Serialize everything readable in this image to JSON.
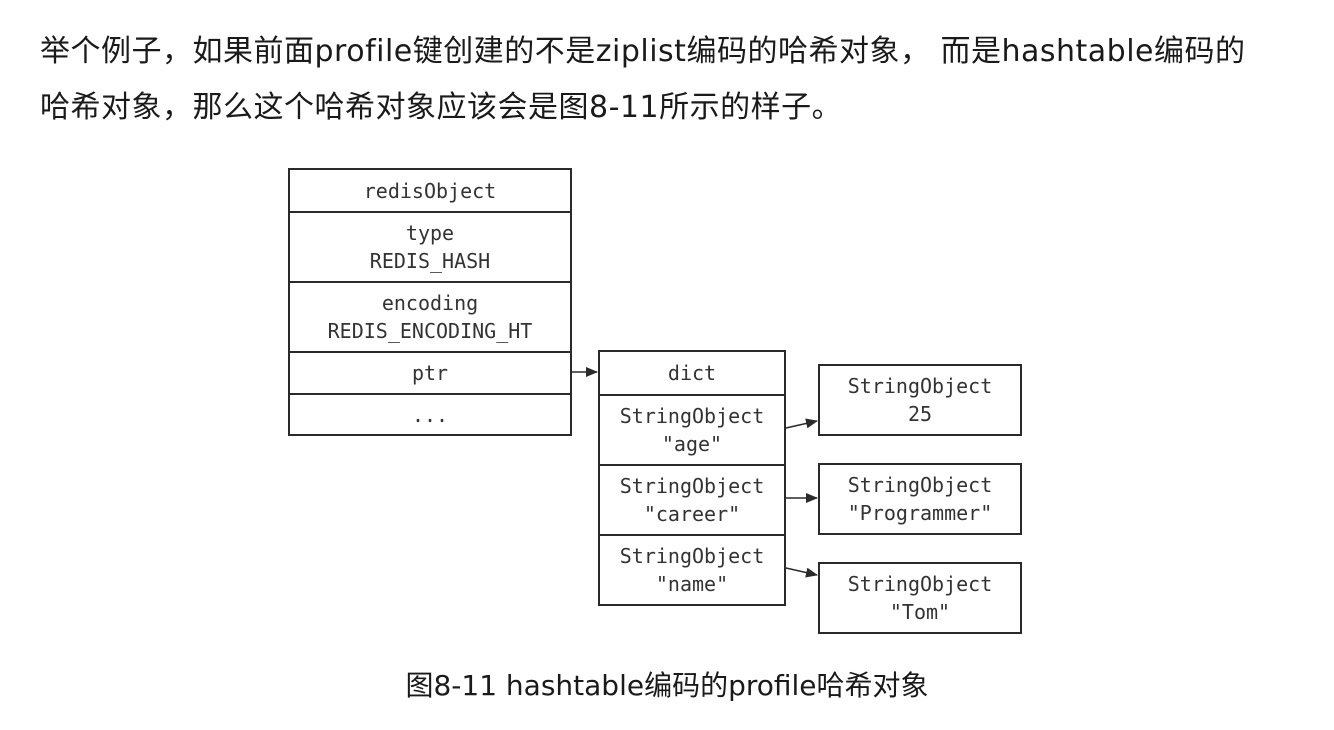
{
  "paragraph": {
    "line1": "举个例子，如果前面profile键创建的不是ziplist编码的哈希对象， 而是hashtable编码的",
    "line2": "哈希对象，那么这个哈希对象应该会是图8-11所示的样子。"
  },
  "redis_object": {
    "header": "redisObject",
    "type_label": "type",
    "type_value": "REDIS_HASH",
    "encoding_label": "encoding",
    "encoding_value": "REDIS_ENCODING_HT",
    "ptr_label": "ptr",
    "ellipsis": "..."
  },
  "dict": {
    "header": "dict",
    "keys": [
      {
        "type": "StringObject",
        "value": "\"age\""
      },
      {
        "type": "StringObject",
        "value": "\"career\""
      },
      {
        "type": "StringObject",
        "value": "\"name\""
      }
    ]
  },
  "values": [
    {
      "type": "StringObject",
      "value": "25"
    },
    {
      "type": "StringObject",
      "value": "\"Programmer\""
    },
    {
      "type": "StringObject",
      "value": "\"Tom\""
    }
  ],
  "caption": "图8-11 hashtable编码的profile哈希对象"
}
